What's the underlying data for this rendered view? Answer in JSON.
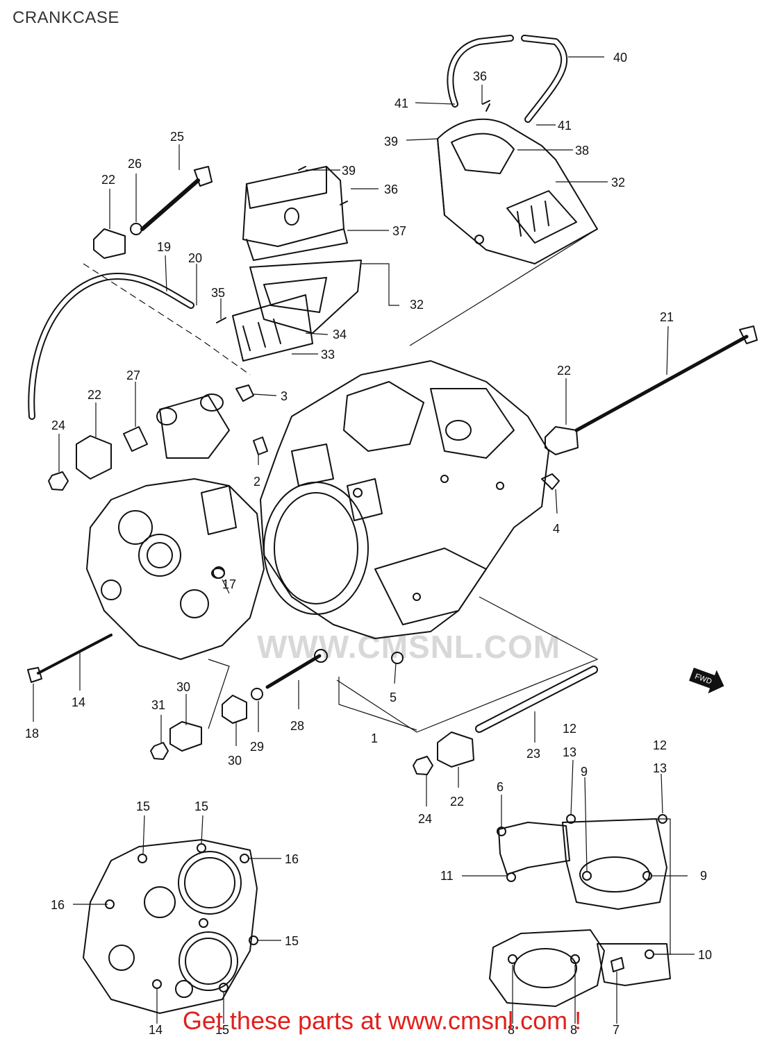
{
  "title": "CRANKCASE",
  "watermark": "WWW.CMSNL.COM",
  "footer": "Get these parts at www.cmsnl.com !",
  "fwd_label": "FWD",
  "callouts": [
    {
      "id": "c40",
      "label": "40"
    },
    {
      "id": "c36a",
      "label": "36"
    },
    {
      "id": "c41a",
      "label": "41"
    },
    {
      "id": "c41b",
      "label": "41"
    },
    {
      "id": "c39a",
      "label": "39"
    },
    {
      "id": "c38",
      "label": "38"
    },
    {
      "id": "c32a",
      "label": "32"
    },
    {
      "id": "c25",
      "label": "25"
    },
    {
      "id": "c26",
      "label": "26"
    },
    {
      "id": "c22a",
      "label": "22"
    },
    {
      "id": "c39b",
      "label": "39"
    },
    {
      "id": "c36b",
      "label": "36"
    },
    {
      "id": "c37",
      "label": "37"
    },
    {
      "id": "c19",
      "label": "19"
    },
    {
      "id": "c20",
      "label": "20"
    },
    {
      "id": "c35",
      "label": "35"
    },
    {
      "id": "c32b",
      "label": "32"
    },
    {
      "id": "c34",
      "label": "34"
    },
    {
      "id": "c33",
      "label": "33"
    },
    {
      "id": "c21",
      "label": "21"
    },
    {
      "id": "c27",
      "label": "27"
    },
    {
      "id": "c22b",
      "label": "22"
    },
    {
      "id": "c3",
      "label": "3"
    },
    {
      "id": "c22c",
      "label": "22"
    },
    {
      "id": "c24a",
      "label": "24"
    },
    {
      "id": "c2",
      "label": "2"
    },
    {
      "id": "c4",
      "label": "4"
    },
    {
      "id": "c17",
      "label": "17"
    },
    {
      "id": "c14",
      "label": "14"
    },
    {
      "id": "c18",
      "label": "18"
    },
    {
      "id": "c5",
      "label": "5"
    },
    {
      "id": "c31",
      "label": "31"
    },
    {
      "id": "c30a",
      "label": "30"
    },
    {
      "id": "c28",
      "label": "28"
    },
    {
      "id": "c1",
      "label": "1"
    },
    {
      "id": "c29",
      "label": "29"
    },
    {
      "id": "c30b",
      "label": "30"
    },
    {
      "id": "c23",
      "label": "23"
    },
    {
      "id": "c12a",
      "label": "12"
    },
    {
      "id": "c13a",
      "label": "13"
    },
    {
      "id": "c12b",
      "label": "12"
    },
    {
      "id": "c13b",
      "label": "13"
    },
    {
      "id": "c24b",
      "label": "24"
    },
    {
      "id": "c22d",
      "label": "22"
    },
    {
      "id": "c6",
      "label": "6"
    },
    {
      "id": "c9a",
      "label": "9"
    },
    {
      "id": "c9b",
      "label": "9"
    },
    {
      "id": "c15a",
      "label": "15"
    },
    {
      "id": "c15b",
      "label": "15"
    },
    {
      "id": "c16a",
      "label": "16"
    },
    {
      "id": "c11",
      "label": "11"
    },
    {
      "id": "c16b",
      "label": "16"
    },
    {
      "id": "c15c",
      "label": "15"
    },
    {
      "id": "c10",
      "label": "10"
    },
    {
      "id": "c14b",
      "label": "14"
    },
    {
      "id": "c15d",
      "label": "15"
    },
    {
      "id": "c8a",
      "label": "8"
    },
    {
      "id": "c8b",
      "label": "8"
    },
    {
      "id": "c7",
      "label": "7"
    }
  ]
}
